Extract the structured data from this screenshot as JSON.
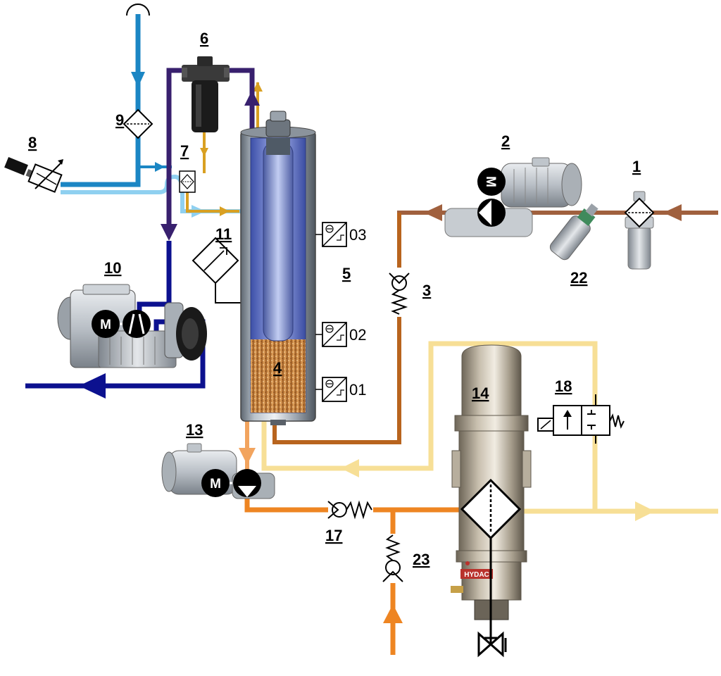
{
  "labels": {
    "l1": "1",
    "l2": "2",
    "l3": "3",
    "l4": "4",
    "l5": "5",
    "l6": "6",
    "l7": "7",
    "l8": "8",
    "l9": "9",
    "l10": "10",
    "l11": "11",
    "l13": "13",
    "l14": "14",
    "l17": "17",
    "l18": "18",
    "l22": "22",
    "l23": "23"
  },
  "level_sensors": {
    "s03": "03",
    "s02": "02",
    "s01": "01"
  },
  "motor_symbol": "M",
  "housing_brand": "HYDAC",
  "colors": {
    "inlet_brown": "#a0603e",
    "return_brown": "#b8641e",
    "vacuum_navy": "#0c118f",
    "vacuum_purple": "#38206e",
    "air_blue": "#1b86c4",
    "light_blue": "#8fd0f0",
    "gold": "#d9a022",
    "orange_light": "#f2a45e",
    "orange": "#ee8522",
    "yellow_light": "#f7df96",
    "fluid_fill": "#d08a3a"
  },
  "icons": [
    "vent-cap-icon",
    "filter-icon",
    "check-valve-icon",
    "motor-icon",
    "pump-icon",
    "level-switch-icon",
    "solenoid-valve-icon",
    "heater-icon",
    "drain-valve-icon",
    "pressure-sensor-icon"
  ]
}
